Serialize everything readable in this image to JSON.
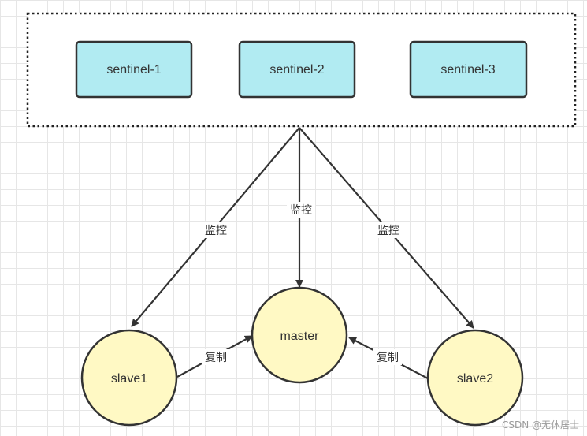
{
  "colors": {
    "sentinel_fill": "#b1ebf2",
    "node_fill": "#fff9c4",
    "stroke": "#333333"
  },
  "sentinels": [
    {
      "label": "sentinel-1"
    },
    {
      "label": "sentinel-2"
    },
    {
      "label": "sentinel-3"
    }
  ],
  "nodes": {
    "master": {
      "label": "master"
    },
    "slave1": {
      "label": "slave1"
    },
    "slave2": {
      "label": "slave2"
    }
  },
  "edges": {
    "monitor_label": "监控",
    "replicate_label": "复制"
  },
  "watermark": "CSDN @无休居士"
}
